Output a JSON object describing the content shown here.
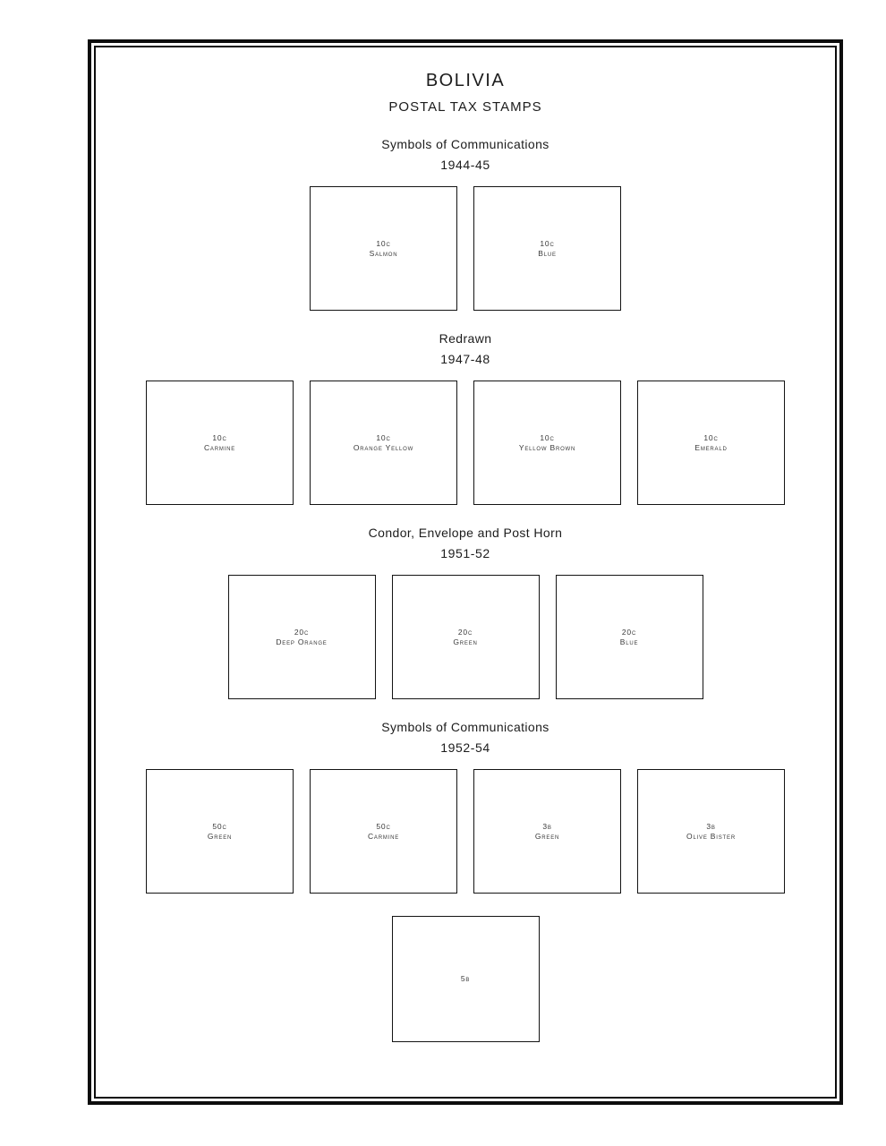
{
  "page": {
    "title": "BOLIVIA",
    "subtitle": "POSTAL TAX STAMPS"
  },
  "sections": [
    {
      "heading": "Symbols of Communications",
      "years": "1944-45",
      "stamps": [
        {
          "denom": "10c",
          "color": "Salmon"
        },
        {
          "denom": "10c",
          "color": "Blue"
        }
      ]
    },
    {
      "heading": "Redrawn",
      "years": "1947-48",
      "stamps": [
        {
          "denom": "10c",
          "color": "Carmine"
        },
        {
          "denom": "10c",
          "color": "Orange Yellow"
        },
        {
          "denom": "10c",
          "color": "Yellow Brown"
        },
        {
          "denom": "10c",
          "color": "Emerald"
        }
      ]
    },
    {
      "heading": "Condor, Envelope and Post Horn",
      "years": "1951-52",
      "stamps": [
        {
          "denom": "20c",
          "color": "Deep Orange"
        },
        {
          "denom": "20c",
          "color": "Green"
        },
        {
          "denom": "20c",
          "color": "Blue"
        }
      ]
    },
    {
      "heading": "Symbols of Communications",
      "years": "1952-54",
      "stamps": [
        {
          "denom": "50c",
          "color": "Green"
        },
        {
          "denom": "50c",
          "color": "Carmine"
        },
        {
          "denom": "3b",
          "color": "Green"
        },
        {
          "denom": "3b",
          "color": "Olive Bister"
        },
        {
          "denom": "5b"
        }
      ]
    }
  ]
}
